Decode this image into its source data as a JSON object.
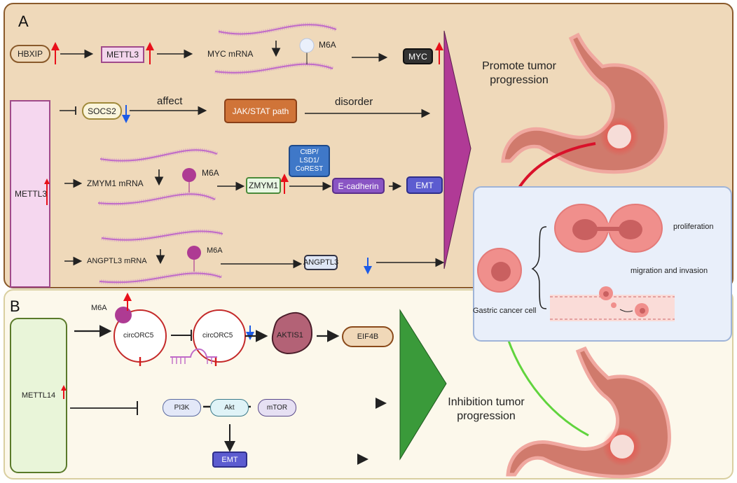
{
  "panel_a": {
    "letter": "A",
    "row1": {
      "hbxip": "HBXIP",
      "mettl3": "METTL3",
      "mrna": "MYC mRNA",
      "m6a": "M6A",
      "myc": "MYC"
    },
    "mettl3_main": "METTL3",
    "row2": {
      "socs2": "SOCS2",
      "affect": "affect",
      "jak": "JAK/STAT path",
      "disorder": "disorder"
    },
    "row3": {
      "mrna": "ZMYM1 mRNA",
      "m6a": "M6A",
      "zmym1": "ZMYM1",
      "complex_line1": "CtBP/",
      "complex_line2": "LSD1/",
      "complex_line3": "CoREST",
      "ecadherin": "E-cadherin",
      "emt": "EMT"
    },
    "row4": {
      "mrna": "ANGPTL3 mRNA",
      "m6a": "M6A",
      "angptl3": "ANGPTL3"
    },
    "outcome_line1": "Promote tumor",
    "outcome_line2": "progression"
  },
  "cell_panel": {
    "proliferation": "proliferation",
    "migration": "migration and invasion",
    "cell_label": "Gastric cancer cell"
  },
  "panel_b": {
    "letter": "B",
    "m6a": "M6A",
    "circ1": "circORC5",
    "circ2": "circORC5",
    "aktis1": "AKTIS1",
    "eif4b": "EIF4B",
    "mettl14": "METTL14",
    "pi3k": "PI3K",
    "akt": "Akt",
    "mtor": "mTOR",
    "emt": "EMT",
    "outcome_line1": "Inhibition tumor",
    "outcome_line2": "progression"
  },
  "colors": {
    "up_arrow": "#e8101a",
    "down_arrow": "#1d5be6",
    "promote": "#b03a96",
    "inhibit": "#3a9a3a",
    "m6a_dot": "#ae3b93"
  }
}
